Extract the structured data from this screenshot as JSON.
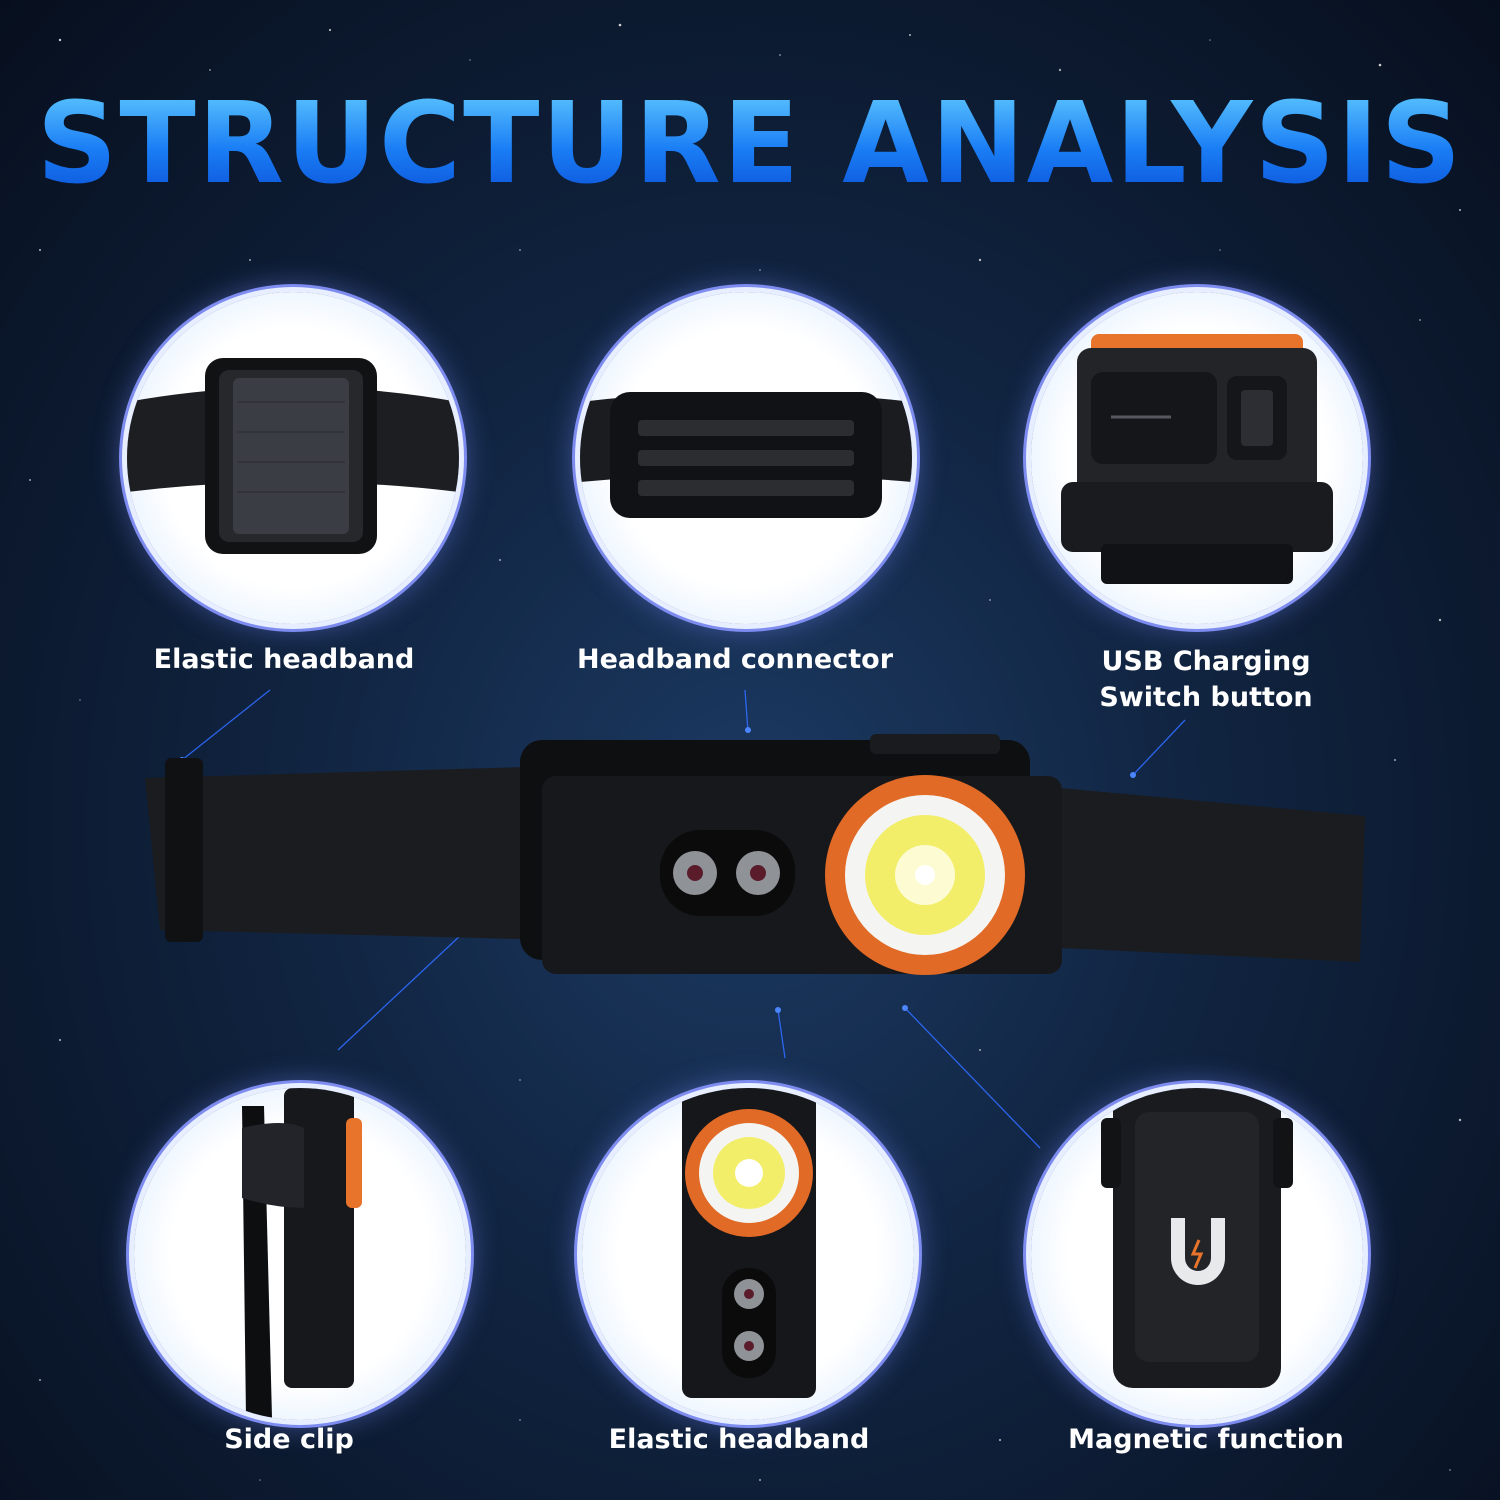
{
  "page": {
    "title": "STRUCTURE ANALYSIS"
  },
  "features": [
    {
      "id": "elastic-headband-top",
      "label": "Elastic headband"
    },
    {
      "id": "headband-connector",
      "label": "Headband connector"
    },
    {
      "id": "usb-charging",
      "label_line1": "USB Charging",
      "label_line2": "Switch button"
    },
    {
      "id": "side-clip",
      "label": "Side clip"
    },
    {
      "id": "elastic-headband-bottom",
      "label": "Elastic headband"
    },
    {
      "id": "magnetic-function",
      "label": "Magnetic function"
    }
  ],
  "colors": {
    "title_gradient_top": "#5ec8ff",
    "title_gradient_bottom": "#0b52d8",
    "accent_orange": "#e8732a",
    "circle_glow": "#7e8cf0",
    "background": "#10233f"
  }
}
